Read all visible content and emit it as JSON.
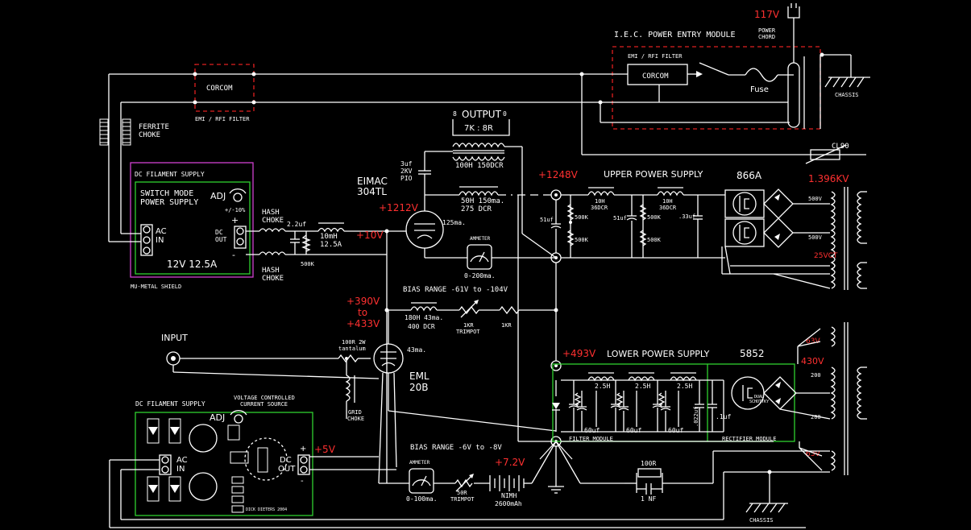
{
  "labels": {
    "v117": "117V",
    "power_chord": "POWER\nCHORD",
    "iec_module": "I.E.C. POWER ENTRY MODULE",
    "emi_filter_iec": "EMI / RFI FILTER",
    "corcom_iec": "CORCOM",
    "fuse": "Fuse",
    "chassis_top": "CHASSIS",
    "corcom_left": "CORCOM",
    "emi_filter_left": "EMI / RFI FILTER",
    "ferrite_choke": "FERRITE\nCHOKE",
    "cl90": "CL90",
    "output": "OUTPUT",
    "output_8": "8",
    "output_0": "0",
    "output_imp": "7K : 8R",
    "output_dcr": "100H 150DCR",
    "cap_3uf": "3uf\n2KV\nPIO",
    "eimac": "EIMAC\n304TL",
    "choke_50h": "50H 150ma.\n275 DCR",
    "v1248": "+1248V",
    "upper_ps": "UPPER POWER SUPPLY",
    "tube_866a": "866A",
    "v1396": "1.396KV",
    "choke_10h_a": "10H\n36DCR",
    "choke_10h_b": "10H\n36DCR",
    "cap_51uf_a": "51uf",
    "cap_51uf_b": "51uf",
    "cap_33uf": ".33uf",
    "res_500k_a": "500K",
    "res_500k_b": "500K",
    "res_500k_c": "500K",
    "sec_500v_a": "500V",
    "sec_500v_b": "500V",
    "sec_25vct": "25VCT",
    "dc_fil_top": "DC FILAMENT SUPPLY",
    "smps": "SWITCH MODE\nPOWER SUPPLY",
    "adj_top": "ADJ",
    "adj_pct": "+/-10%",
    "ac_in_top": "AC\nIN",
    "dc_out_top": "DC\nOUT",
    "rating_top": "12V  12.5A",
    "mu_metal": "MU-METAL SHIELD",
    "hash_choke_a": "HASH\nCHOKE",
    "hash_choke_b": "HASH\nCHOKE",
    "cap_22uf": "2.2uf",
    "choke_10mh": "10mH\n12.5A",
    "res_500k_fil": "500K",
    "v1212": "+1212V",
    "v10": "+10V",
    "ma125": "125ma.",
    "ammeter_top": "AMMETER",
    "ammeter_range_top": "0-200ma.",
    "bias_range_top": "BIAS RANGE -61V to -104V",
    "choke_180h": "180H  43ma.\n400 DCR",
    "trimpot_1kr": "1KR\nTRIMPOT",
    "res_1kr": "1KR",
    "v390": "+390V\nto\n+433V",
    "input": "INPUT",
    "res_100r": "100R 2W\ntantalum",
    "ma43": "43ma.",
    "eml": "EML\n20B",
    "grid_choke": "GRID\nCHOKE",
    "v493": "+493V",
    "lower_ps": "LOWER POWER SUPPLY",
    "tube_5852": "5852",
    "sec_63v_a": "63V",
    "sec_430v": "430V",
    "sec_200_a": "200",
    "sec_200_b": "200",
    "sec_63v_b": "63V",
    "choke_25h_a": "2.5H",
    "choke_25h_b": "2.5H",
    "choke_25h_c": "2.5H",
    "cap_60uf_a": "60uf",
    "cap_60uf_b": "60uf",
    "cap_60uf_c": "60uf",
    "cap_022uf": ".022uf",
    "cap_1uf": ".1uf",
    "filter_module": "FILTER MODULE",
    "rectifier_module": "RECTIFIER MODULE",
    "dual_schottky": "DUAL\nSCHOTTKY",
    "dc_fil_bottom": "DC FILAMENT SUPPLY",
    "vccs": "VOLTAGE CONTROLLED\nCURRENT SOURCE",
    "adj_bottom": "ADJ",
    "ac_in_bottom": "AC\nIN",
    "dc_out_bottom": "DC\nOUT",
    "v5": "+5V",
    "maker": "DICK DIETERS 2004",
    "bias_range_bottom": "BIAS RANGE -6V to -8V",
    "v72": "+7.2V",
    "ammeter_bottom": "AMMETER",
    "ammeter_range_bottom": "0-100ma.",
    "trimpot_50r": "50R\nTRIMPOT",
    "nimh": "NIMH\n2600mAh",
    "res_100r_b": "100R",
    "cap_1nf": "1 NF",
    "chassis_bottom": "CHASSIS"
  },
  "colors": {
    "background": "#000000",
    "wire": "#ffffff",
    "voltage_label": "#ff3030",
    "module_box": "#2fd02f",
    "shield_box": "#d040d0",
    "iec_box": "#e02020"
  }
}
